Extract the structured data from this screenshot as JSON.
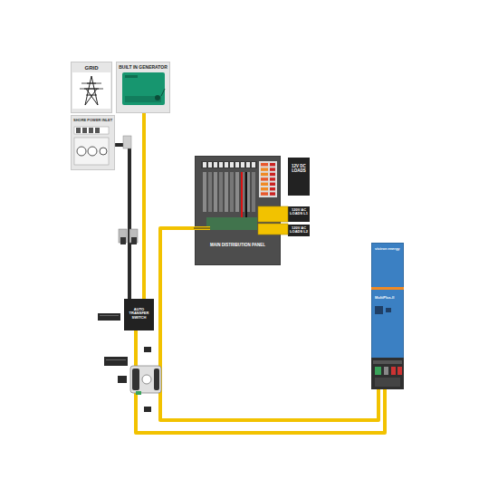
{
  "diagram": {
    "nodes": [
      {
        "text": [
          "GRID"
        ]
      },
      {
        "text": [
          "BUILT IN GENERATOR"
        ]
      },
      {
        "text": [
          "SHORE POWER INLET"
        ]
      },
      {
        "text": [
          "MAIN DISTRIBUTION PANEL"
        ]
      },
      {
        "text": [
          "12V DC LOADS"
        ]
      },
      {
        "text": [
          "120V AC LOADS L1"
        ]
      },
      {
        "text": [
          "120V AC LOADS L2"
        ]
      },
      {
        "text": [
          "AUTO TRANSFER SWITCH"
        ]
      },
      {
        "text": [
          "victron energy",
          "MultiPlus-II"
        ]
      }
    ],
    "edges": [
      {
        "from": 2,
        "to": 7,
        "arrow": "none"
      },
      {
        "from": 1,
        "to": 7,
        "arrow": "none"
      },
      {
        "from": 7,
        "to": 8,
        "arrow": "none"
      },
      {
        "from": 8,
        "to": 3,
        "arrow": "none"
      }
    ]
  }
}
